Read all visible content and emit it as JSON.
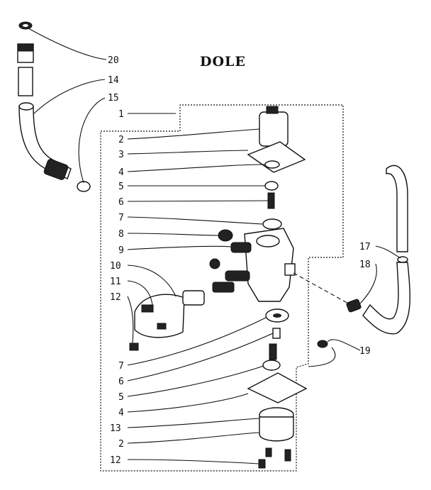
{
  "diagram": {
    "title": "DOLE",
    "callouts": [
      "20",
      "14",
      "15",
      "1",
      "2",
      "3",
      "4",
      "5",
      "6",
      "7",
      "8",
      "9",
      "10",
      "11",
      "12",
      "17",
      "18",
      "19",
      "7",
      "6",
      "5",
      "4",
      "13",
      "2",
      "12"
    ]
  }
}
